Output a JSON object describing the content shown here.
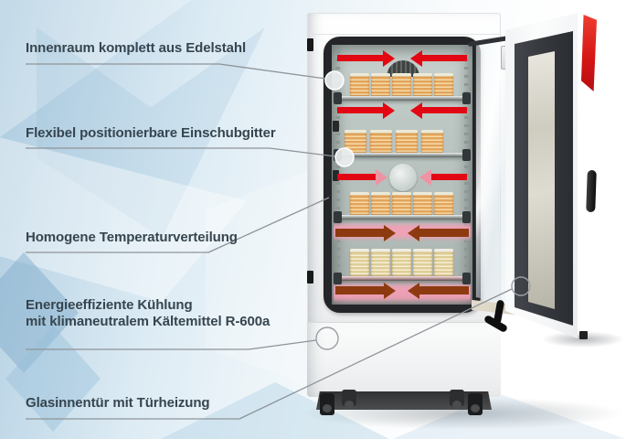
{
  "figure": {
    "kind": "annotated-product-diagram",
    "subject": "cooling incubator with open outer door and inner glass door, shelves of stacked petri dishes, airflow arrows"
  },
  "annotations": {
    "text_color": "#36454f",
    "line_color": "#8e9498",
    "labels": [
      {
        "id": "innenraum",
        "text": "Innenraum komplett aus Edelstahl"
      },
      {
        "id": "einschubgitter",
        "text": "Flexibel positionierbare Einschubgitter"
      },
      {
        "id": "temperatur",
        "text": "Homogene Temperaturverteilung"
      },
      {
        "id": "kuehlung",
        "lines": [
          "Energieeffiziente Kühlung",
          "mit klimaneutralem Kältemittel R-600a"
        ]
      },
      {
        "id": "glastuer",
        "text": "Glasinnentür mit Türheizung"
      }
    ],
    "marker_circles": {
      "filled": 2,
      "outlined": 2
    }
  },
  "device": {
    "shelves": [
      {
        "dish_stacks": 5
      },
      {
        "dish_stacks": 4
      },
      {
        "dish_stacks": 5
      },
      {
        "dish_stacks": 5
      }
    ],
    "airflow_rows": [
      {
        "style": "red"
      },
      {
        "style": "red"
      },
      {
        "style": "red-into-fan"
      },
      {
        "style": "dark-heated"
      },
      {
        "style": "dark-heated"
      }
    ],
    "colors": {
      "airflow_arrow_red": "#e30613",
      "airflow_arrow_dark": "#8e3a10",
      "door_heating_glow": "#f69eb6",
      "brand_accent_red": "#d31414",
      "cabinet_white": "#f7f8f9",
      "interior_gray_green": "#b7c1bd"
    },
    "icons": {
      "airflow_arrow": "css-triangle-arrow",
      "fan": "circle",
      "feature_marker": "circle"
    }
  }
}
